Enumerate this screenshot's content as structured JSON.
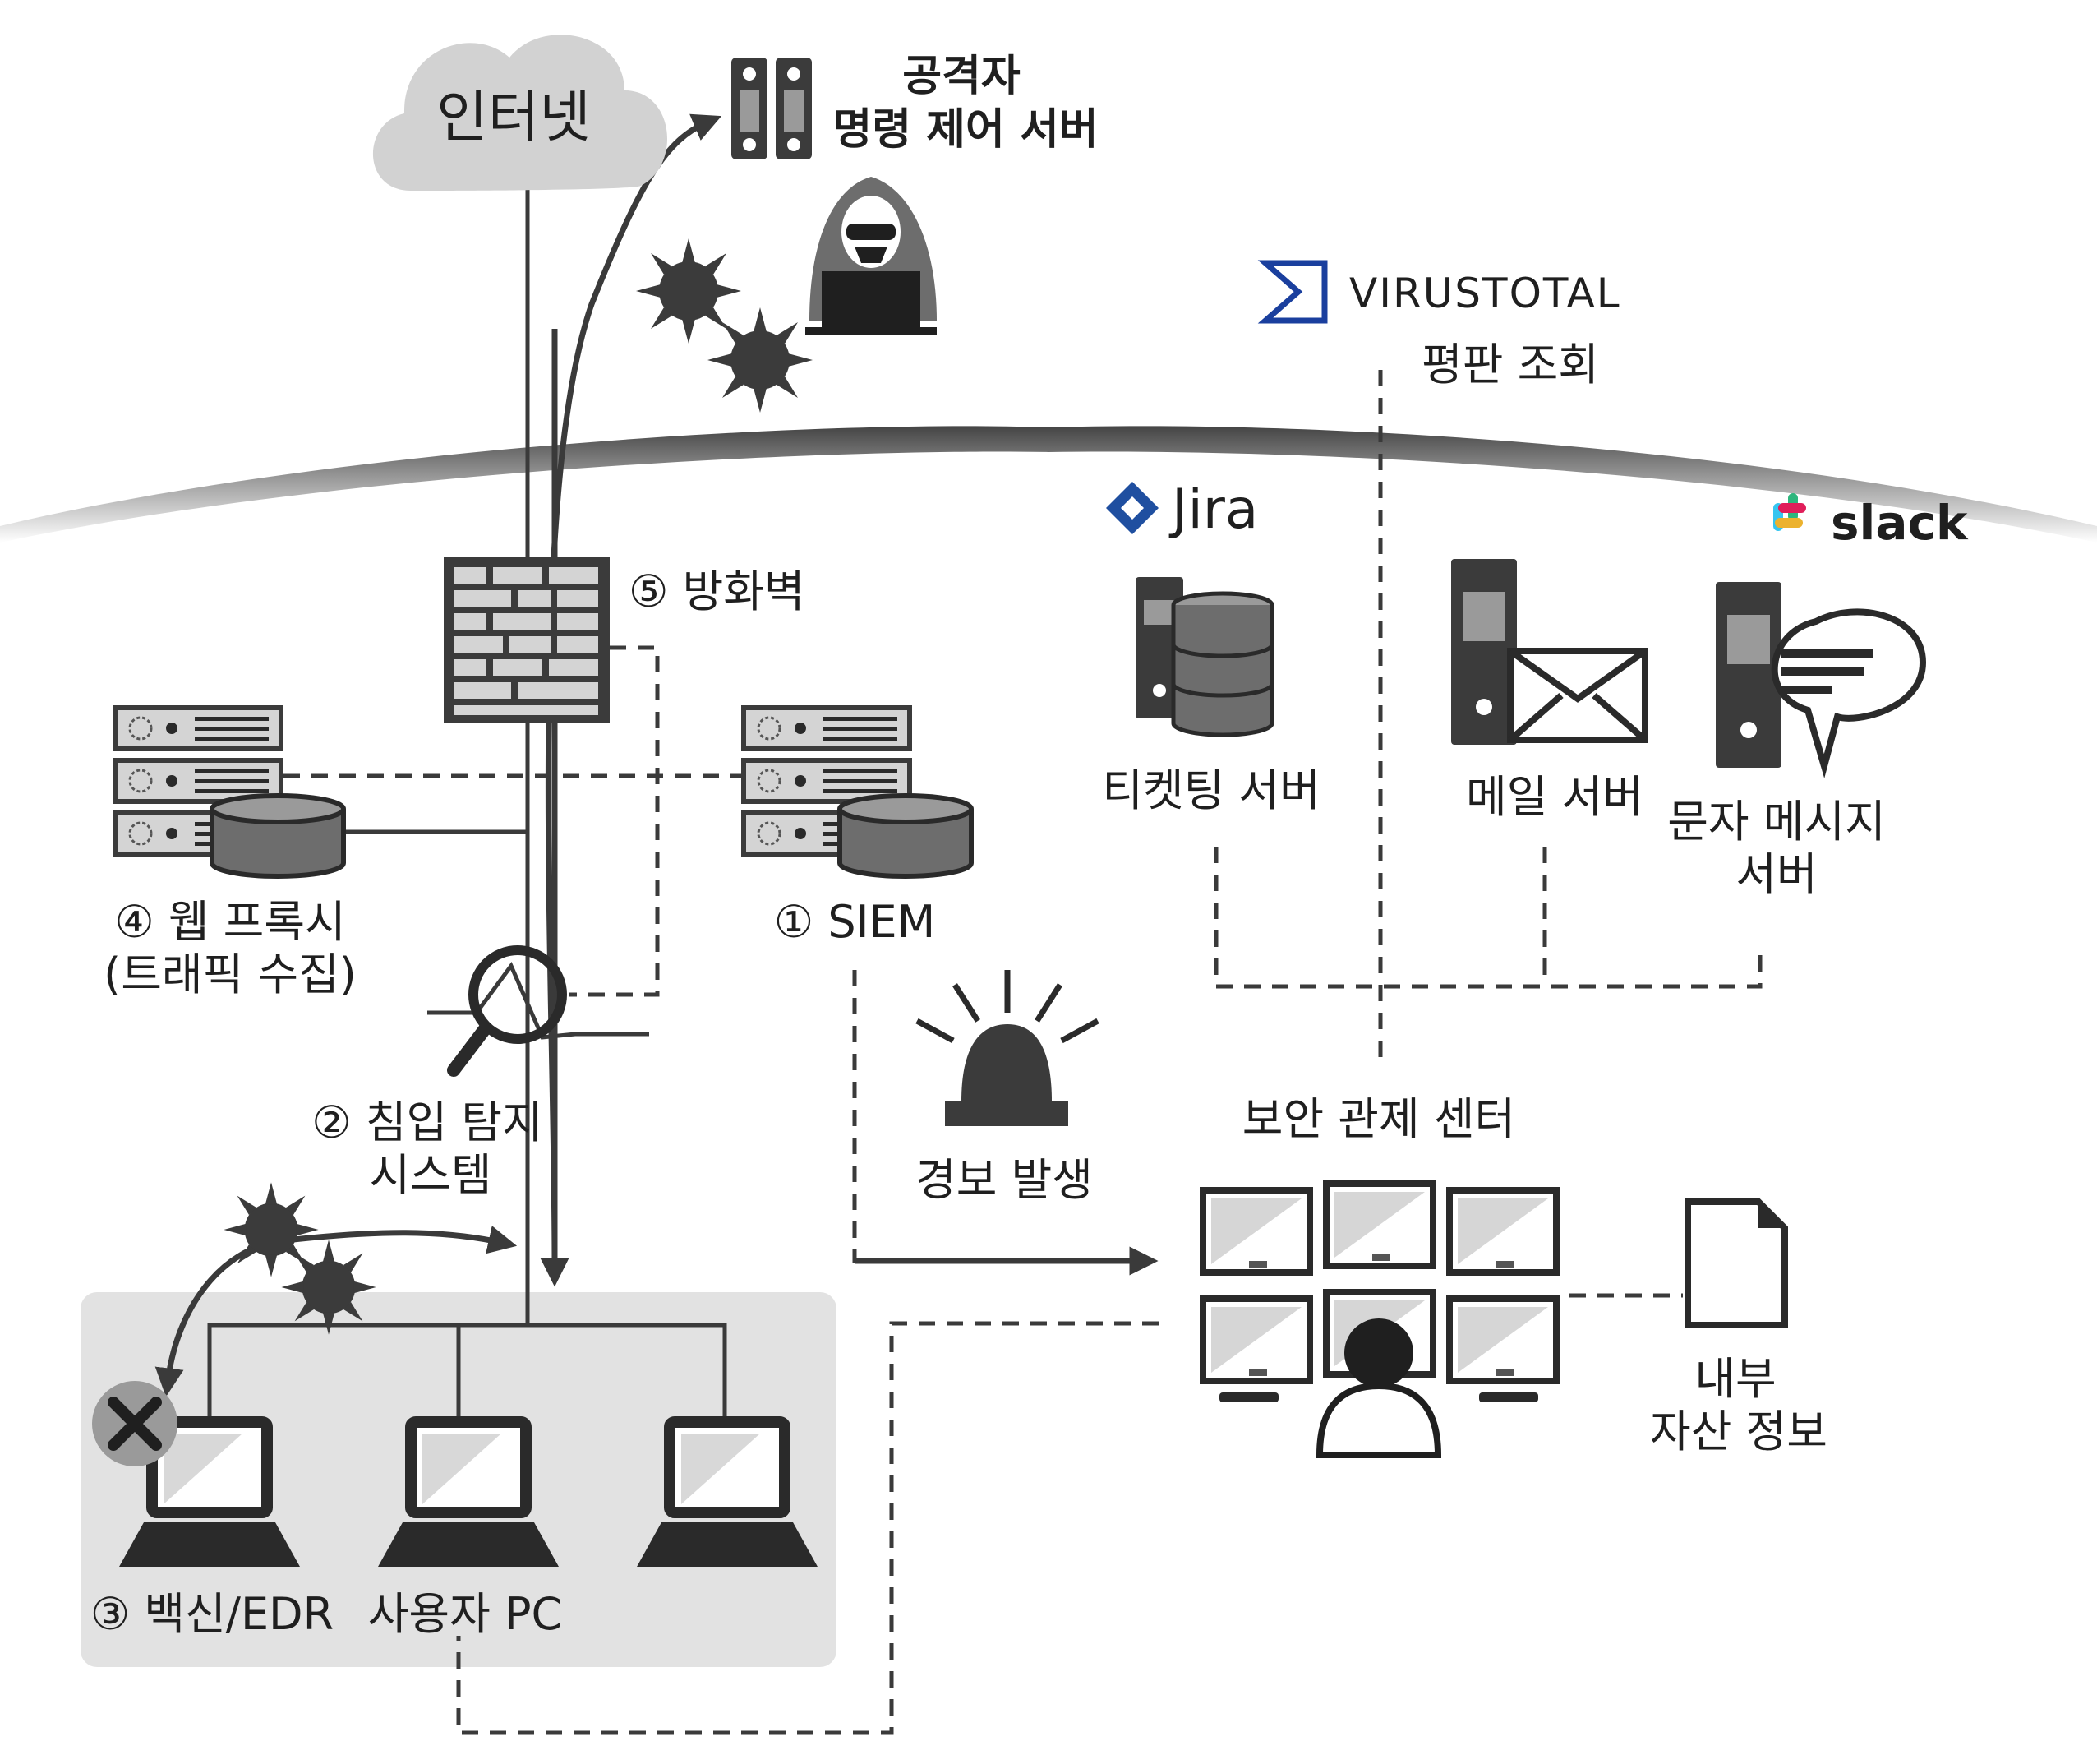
{
  "labels": {
    "internet": "인터넷",
    "c2_line1": "공격자",
    "c2_line2": "명령 제어 서버",
    "virustotal": "VIRUSTOTAL",
    "reputation": "평판 조회",
    "jira": "Jira",
    "slack": "slack",
    "firewall": "⑤ 방화벽",
    "ticket_server": "티켓팅 서버",
    "mail_server": "메일 서버",
    "sms_line1": "문자 메시지",
    "sms_line2": "서버",
    "proxy_line1": "④ 웹 프록시",
    "proxy_line2": "(트래픽 수집)",
    "siem": "① SIEM",
    "ids_line1": "② 침입 탐지",
    "ids_line2": "시스템",
    "alarm": "경보 발생",
    "soc": "보안 관제 센터",
    "asset_line1": "내부",
    "asset_line2": "자산 정보",
    "antivirus": "③ 백신/EDR",
    "user_pc": "사용자 PC"
  },
  "icons": {
    "cloud": "cloud-icon",
    "c2": "server-tower-icon",
    "hacker": "hooded-hacker-icon",
    "virus": "virus-icon",
    "firewall": "brick-wall-icon",
    "proxy": "server-rack-database-icon",
    "siem": "server-rack-database-icon",
    "ids": "magnifier-waveform-icon",
    "ticket": "server-database-icon",
    "mail": "server-envelope-icon",
    "sms": "server-chat-bubble-icon",
    "alarm": "siren-icon",
    "soc": "monitor-wall-operator-icon",
    "document": "document-icon",
    "laptop": "laptop-icon",
    "blocked": "blocked-x-icon"
  },
  "colors": {
    "virustotal": "#1a3f9e",
    "jira": "#1f4fa0",
    "line": "#3a3a3a",
    "user_zone": "#e2e2e2",
    "cloud": "#d2d2d2"
  }
}
